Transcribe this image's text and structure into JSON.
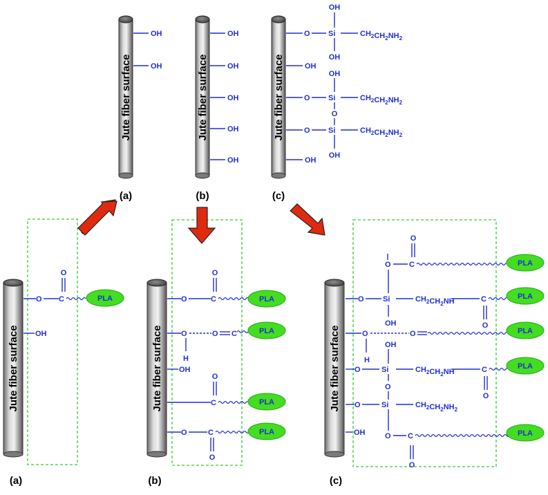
{
  "labels": {
    "fiber": "Jute fiber surface",
    "panel_a": "(a)",
    "panel_b": "(b)",
    "panel_c": "(c)",
    "pla": "PLA"
  },
  "groups": {
    "oh": "OH",
    "o": "O",
    "h": "H",
    "si": "Si",
    "c": "C",
    "ch2ch2nh2": "CH2CH2NH2",
    "ch2ch2nh": "CH2CH2NH"
  },
  "colors": {
    "chemistry": "#1f2fd0",
    "pla_ellipse": "#44dd22",
    "dashed_box": "#33cc33",
    "arrow": "#e02a10",
    "fiber": "#9a9a9a"
  },
  "icons": [
    "fiber-cylinder",
    "red-arrow",
    "pla-ellipse",
    "dashed-box"
  ]
}
